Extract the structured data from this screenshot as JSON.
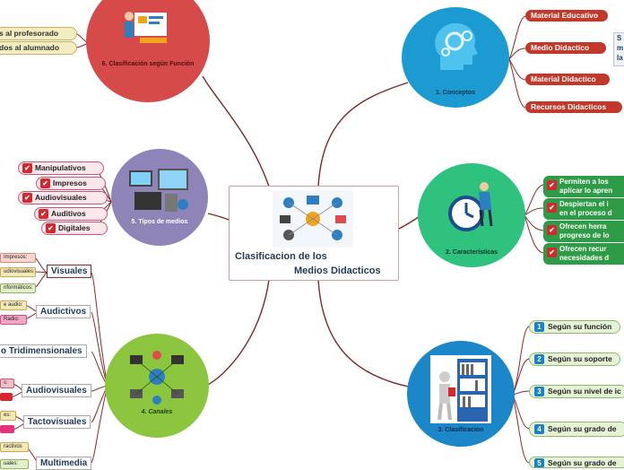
{
  "central": {
    "title_line1": "Clasificacion de los",
    "title_line2": "Medios Didacticos"
  },
  "conceptos": {
    "label": "1. Conceptos",
    "items": [
      "Material Educativo",
      "Medio Didactico",
      "Material Didactico",
      "Recursos Didacticos"
    ],
    "note_fragment": [
      "S",
      "m",
      "la"
    ]
  },
  "caracteristicas": {
    "label": "2. Caracteristicas",
    "items": [
      [
        "Permiten a los",
        "aplicar lo apren"
      ],
      [
        "Despiertan el i",
        "en el proceso d"
      ],
      [
        "Ofrecen herra",
        "progreso de lo"
      ],
      [
        "Ofrecen recur",
        "necesidades d"
      ]
    ]
  },
  "clasificacion": {
    "label": "3. Clasificacion",
    "items": [
      {
        "n": "1",
        "text": "Según su función"
      },
      {
        "n": "2",
        "text": "Según su soporte"
      },
      {
        "n": "3",
        "text": "Según su nivel de ic"
      },
      {
        "n": "4",
        "text": "Según su grado de"
      },
      {
        "n": "5",
        "text": "Según su grado de"
      }
    ]
  },
  "canales": {
    "label": "4. Canales",
    "items": [
      "Visuales",
      "Audictivos",
      "o Tridimensionales",
      "Audiovisuales",
      "Tactovisuales",
      "Multimedia"
    ],
    "subitems": {
      "visuales": [
        "Impresos:",
        "udiovisuales:",
        "nformáticos:"
      ],
      "audictivos": [
        "e audio:",
        "Radio:"
      ],
      "audiovisuales": [
        "s:",
        ""
      ],
      "tactovisuales": [
        "es:",
        ""
      ],
      "multimedia": [
        "ractivos",
        "uales:"
      ]
    }
  },
  "tipos": {
    "label": "5. Tipos de medios",
    "items": [
      "Manipulativos",
      "Impresos",
      "Audiovisuales",
      "Auditivos",
      "Digitales"
    ]
  },
  "funcion": {
    "label": "6. Clasificación según Función",
    "items": [
      "s al profesorado",
      "dos al alumnado"
    ]
  },
  "icons": [
    "head-gears-icon",
    "clock-person-icon",
    "bookshelf-person-icon",
    "network-people-icon",
    "devices-icon",
    "presentation-icon",
    "check-icon"
  ]
}
